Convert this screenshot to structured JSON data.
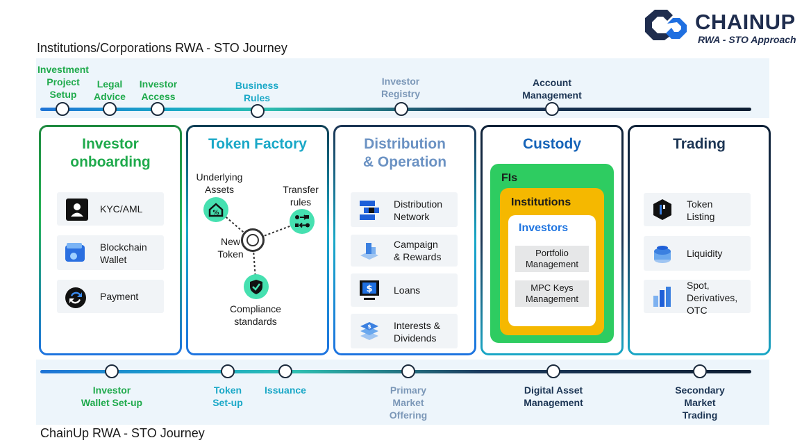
{
  "header": {
    "title": "Institutions/Corporations RWA - STO Journey",
    "logo_name": "CHAINUP",
    "logo_subtitle": "RWA - STO Approach"
  },
  "footer": {
    "title": "ChainUp RWA - STO Journey"
  },
  "top_milestones": [
    {
      "label": "Investment\nProject\nSetup",
      "color": "#1faa4c"
    },
    {
      "label": "Legal\nAdvice",
      "color": "#1faa4c"
    },
    {
      "label": "Investor\nAccess",
      "color": "#1faa4c"
    },
    {
      "label": "Business\nRules",
      "color": "#1aa8c7"
    },
    {
      "label": "Investor\nRegistry",
      "color": "#7c98b8"
    },
    {
      "label": "Account\nManagement",
      "color": "#1c3554"
    }
  ],
  "bottom_milestones": [
    {
      "label": "Investor\nWallet Set-up",
      "color": "#1faa4c"
    },
    {
      "label": "Token\nSet-up",
      "color": "#1aa8c7"
    },
    {
      "label": "Issuance",
      "color": "#1aa8c7"
    },
    {
      "label": "Primary\nMarket\nOffering",
      "color": "#7c98b8"
    },
    {
      "label": "Digital Asset\nManagement",
      "color": "#1c3554"
    },
    {
      "label": "Secondary\nMarket\nTrading",
      "color": "#1c3554"
    }
  ],
  "cards": {
    "onboarding": {
      "title": "Investor\nonboarding",
      "items": [
        "KYC/AML",
        "Blockchain\nWallet",
        "Payment"
      ],
      "icons": [
        "id-card-icon",
        "wallet-icon",
        "payment-icon"
      ]
    },
    "token_factory": {
      "title": "Token Factory",
      "center": "New\nToken",
      "nodes": [
        "Underlying\nAssets",
        "Transfer\nrules",
        "Compliance\nstandards"
      ],
      "icons": [
        "house-percent-icon",
        "flow-icon",
        "shield-check-icon"
      ]
    },
    "distribution": {
      "title": "Distribution\n& Operation",
      "items": [
        "Distribution\nNetwork",
        "Campaign\n& Rewards",
        "Loans",
        "Interests &\nDividends"
      ],
      "icons": [
        "network-icon",
        "campaign-icon",
        "loan-monitor-icon",
        "stack-dollar-icon"
      ]
    },
    "custody": {
      "title": "Custody",
      "fis": "FIs",
      "institutions": "Institutions",
      "investors": "Investors",
      "services": [
        "Portfolio\nManagement",
        "MPC Keys\nManagement"
      ]
    },
    "trading": {
      "title": "Trading",
      "items": [
        "Token\nListing",
        "Liquidity",
        "Spot,\nDerivatives,\nOTC"
      ],
      "icons": [
        "token-listing-icon",
        "liquidity-icon",
        "chart-blocks-icon"
      ]
    }
  },
  "colors": {
    "green": "#1faa4c",
    "teal": "#1aa8c7",
    "gray_blue": "#7c98b8",
    "navy": "#1c3554",
    "fis_green": "#2ecc61",
    "institutions_yellow": "#f5b800"
  }
}
